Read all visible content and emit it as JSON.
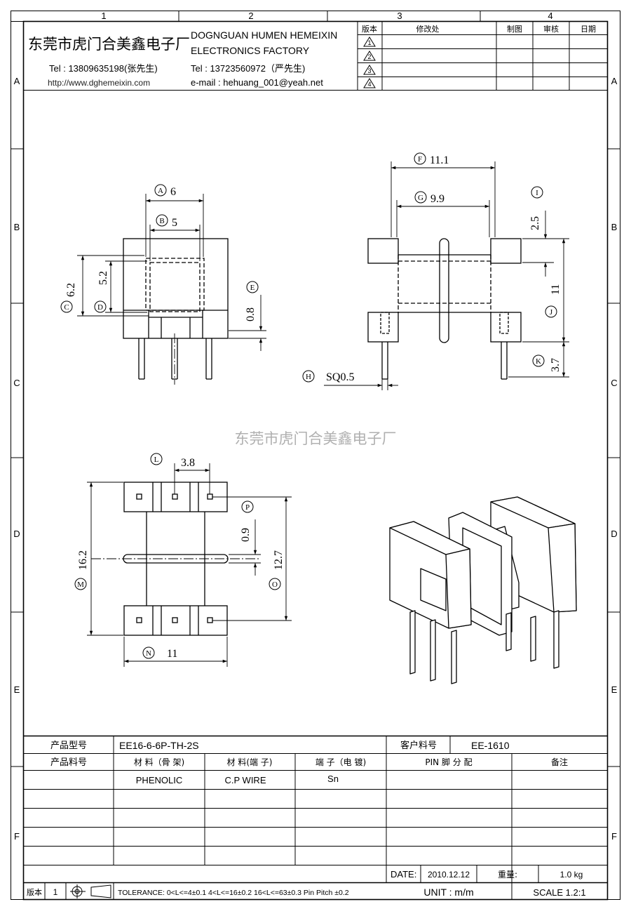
{
  "frame": {
    "columns": [
      "1",
      "2",
      "3",
      "4"
    ],
    "rows": [
      "A",
      "B",
      "C",
      "D",
      "E",
      "F"
    ]
  },
  "company": {
    "name_cn": "东莞市虎门合美鑫电子厂",
    "name_en_line1": "DOGNGUAN HUMEN HEMEIXIN",
    "name_en_line2": "ELECTRONICS FACTORY",
    "tel1": "Tel : 13809635198(张先生)",
    "tel2": "Tel : 13723560972（严先生)",
    "website": "http://www.dghemeixin.com",
    "email": "e-mail : hehuang_001@yeah.net"
  },
  "revision_block": {
    "headers": [
      "版本",
      "修改处",
      "制图",
      "审核",
      "日期"
    ],
    "versions": [
      "1",
      "2",
      "3",
      "4"
    ]
  },
  "watermark": "东莞市虎门合美鑫电子厂",
  "dimensions": {
    "A": {
      "letter": "A",
      "value": "6"
    },
    "B": {
      "letter": "B",
      "value": "5"
    },
    "C": {
      "letter": "C",
      "value": "6.2"
    },
    "D": {
      "letter": "D",
      "value": "5.2"
    },
    "E": {
      "letter": "E",
      "value": "0.8"
    },
    "F": {
      "letter": "F",
      "value": "11.1"
    },
    "G": {
      "letter": "G",
      "value": "9.9"
    },
    "H": {
      "letter": "H",
      "value": "SQ0.5"
    },
    "I": {
      "letter": "I",
      "value": "2.5"
    },
    "J": {
      "letter": "J",
      "value": "11"
    },
    "K": {
      "letter": "K",
      "value": "3.7"
    },
    "L": {
      "letter": "L",
      "value": "3.8"
    },
    "M": {
      "letter": "M",
      "value": "16.2"
    },
    "N": {
      "letter": "N",
      "value": "11"
    },
    "O": {
      "letter": "O",
      "value": "12.7"
    },
    "P": {
      "letter": "P",
      "value": "0.9"
    }
  },
  "title_block": {
    "product_model_label": "产品型号",
    "product_model": "EE16-6-6P-TH-2S",
    "customer_part_label": "客户料号",
    "customer_part": "EE-1610",
    "product_part_label": "产品料号",
    "col_material_bobbin": "材 料（骨 架)",
    "col_material_terminal": "材 料(端 子)",
    "col_terminal_plating": "端 子（电 镀)",
    "col_pin": "PIN 脚 分 配",
    "col_remark": "备注",
    "material_bobbin": "PHENOLIC",
    "material_terminal": "C.P WIRE",
    "plating": "Sn",
    "date_label": "DATE:",
    "date": "2010.12.12",
    "weight_label": "重量:",
    "weight": "1.0 kg",
    "version_label": "版本",
    "version": "1",
    "tolerance": "TOLERANCE:  0<L<=4±0.1  4<L<=16±0.2  16<L<=63±0.3  Pin Pitch  ±0.2",
    "unit": "UNIT :  m/m",
    "scale": "SCALE  1.2:1"
  }
}
